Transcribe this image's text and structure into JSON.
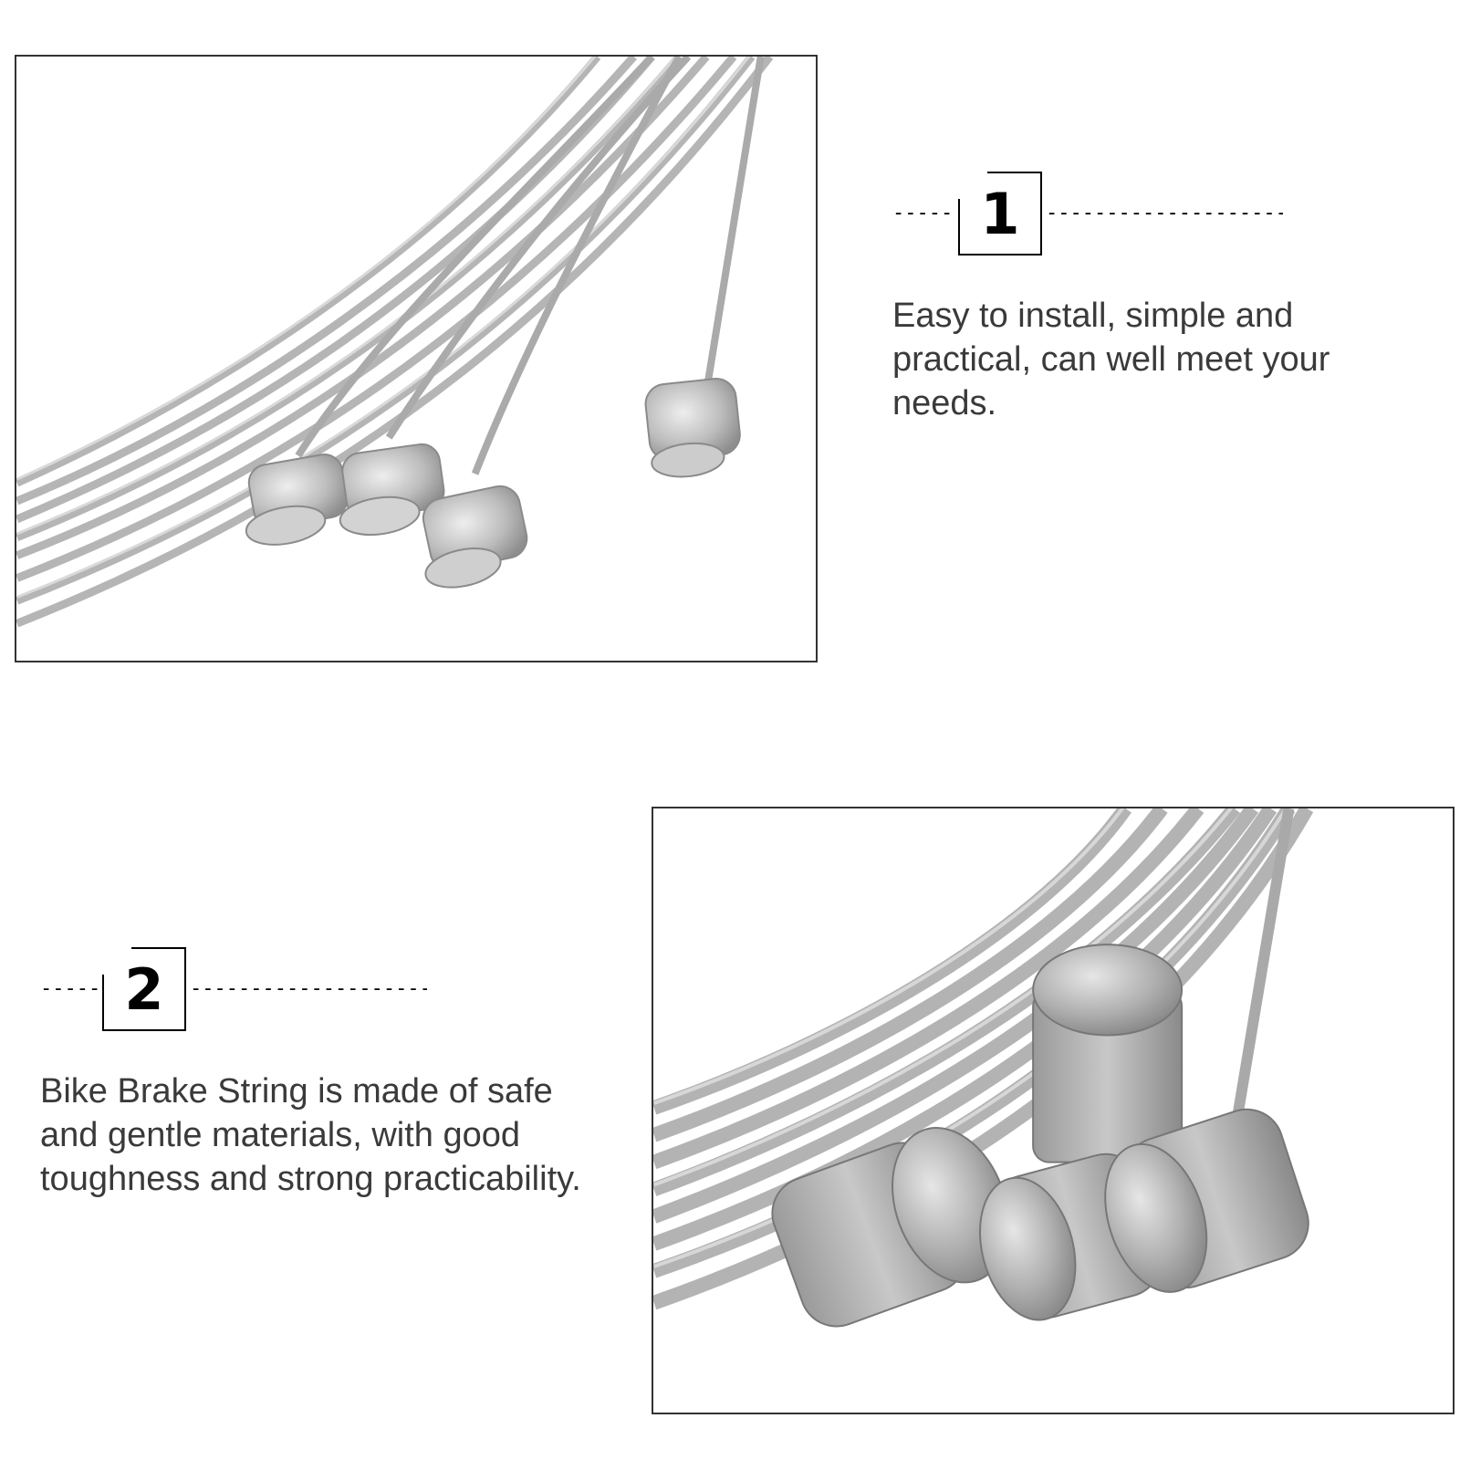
{
  "features": [
    {
      "number": "1",
      "dash_left": "-----",
      "dash_right": "--------------------",
      "description": "Easy to install, simple and practical, can well meet your needs."
    },
    {
      "number": "2",
      "dash_left": "-----",
      "dash_right": "--------------------",
      "description": "Bike Brake String is made of safe and gentle materials, with good toughness and strong practicability."
    }
  ],
  "colors": {
    "frame_border": "#333333",
    "text": "#3a3a3a",
    "number": "#000000"
  },
  "icons": {
    "photo_1": "brake-cable-ends-photo",
    "photo_2": "brake-cable-closeup-photo"
  }
}
